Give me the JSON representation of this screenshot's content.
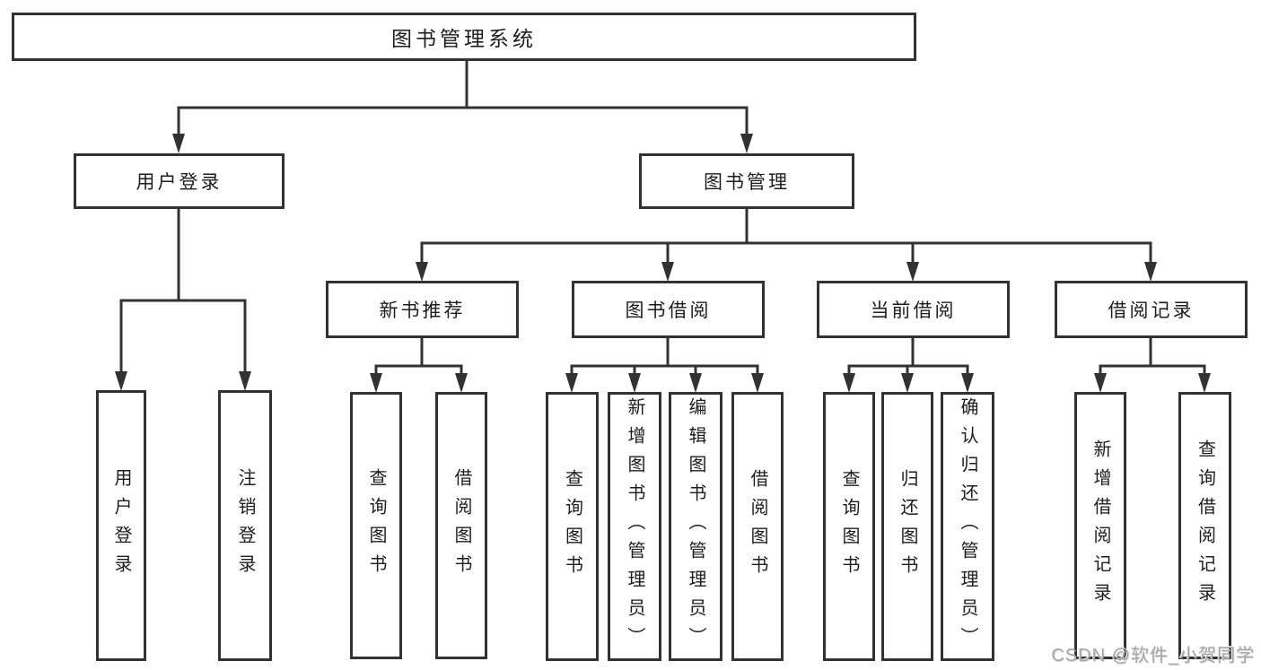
{
  "colors": {
    "line": "#323232",
    "box_border": "#323232",
    "text": "#1d1d1d",
    "watermark": "#a5a5a5",
    "background": "#ffffff"
  },
  "tree": {
    "root": {
      "label": "图书管理系统",
      "children": [
        {
          "label": "用户登录",
          "children": [
            {
              "label": "用户登录"
            },
            {
              "label": "注销登录"
            }
          ]
        },
        {
          "label": "图书管理",
          "children": [
            {
              "label": "新书推荐",
              "children": [
                {
                  "label": "查询图书"
                },
                {
                  "label": "借阅图书"
                }
              ]
            },
            {
              "label": "图书借阅",
              "children": [
                {
                  "label": "查询图书"
                },
                {
                  "label": "新增图书（管理员）"
                },
                {
                  "label": "编辑图书（管理员）"
                },
                {
                  "label": "借阅图书"
                }
              ]
            },
            {
              "label": "当前借阅",
              "children": [
                {
                  "label": "查询图书"
                },
                {
                  "label": "归还图书"
                },
                {
                  "label": "确认归还（管理员）"
                }
              ]
            },
            {
              "label": "借阅记录",
              "children": [
                {
                  "label": "新增借阅记录"
                },
                {
                  "label": "查询借阅记录"
                }
              ]
            }
          ]
        }
      ]
    }
  },
  "watermark": {
    "text": "CSDN @软件_小贺同学"
  }
}
